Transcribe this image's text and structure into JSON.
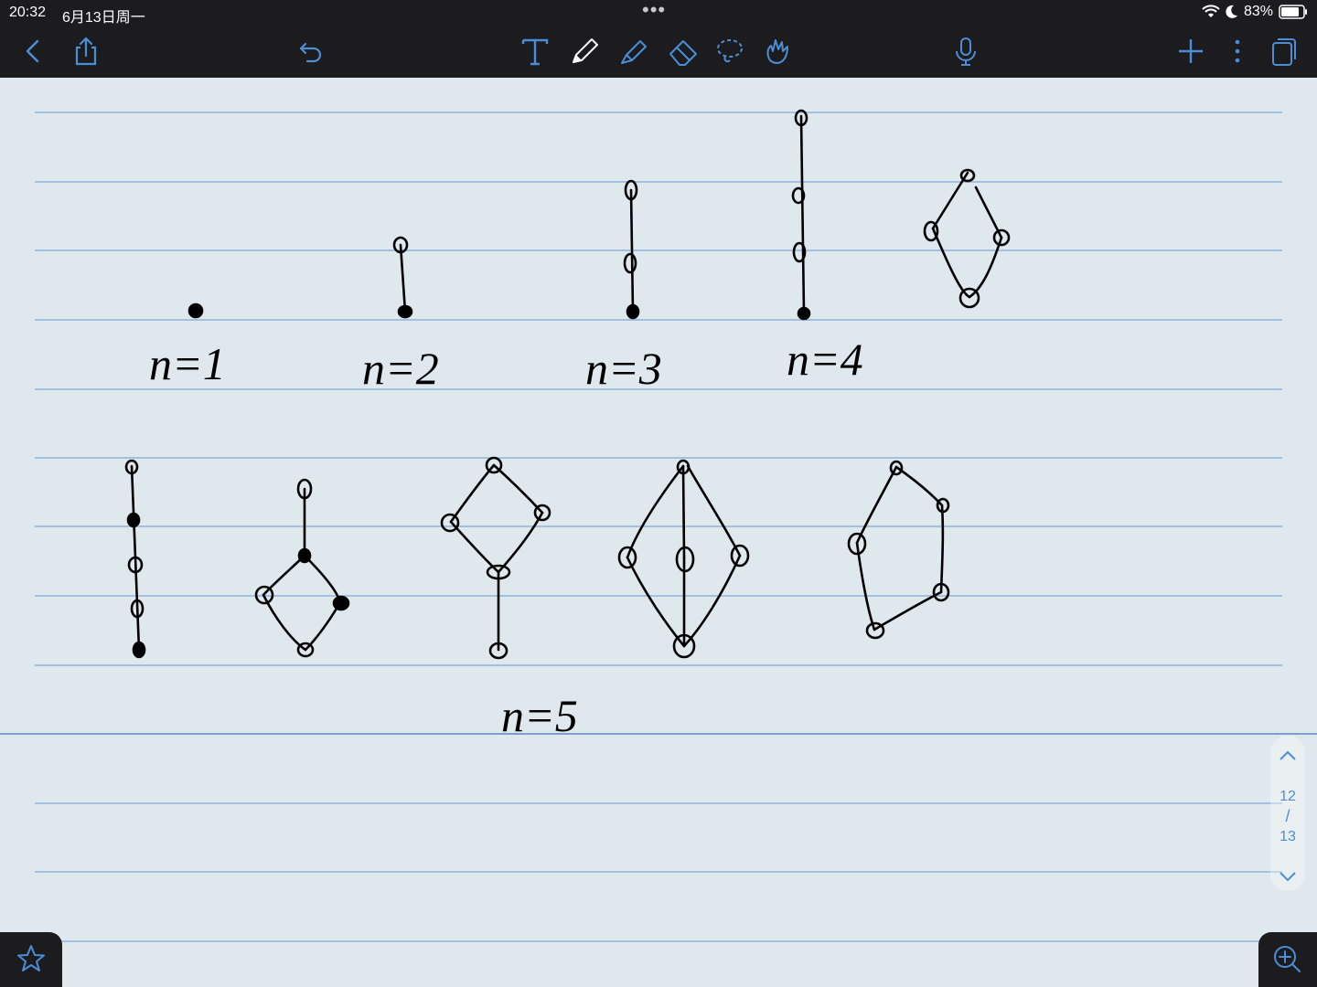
{
  "status_bar": {
    "time": "20:32",
    "date": "6月13日周一",
    "battery": "83%"
  },
  "toolbar": {
    "left_icons": [
      "back-chevron-icon",
      "share-icon",
      "undo-icon"
    ],
    "center_tools": [
      "text-tool-icon",
      "pen-tool-icon",
      "highlighter-tool-icon",
      "eraser-tool-icon",
      "lasso-tool-icon",
      "gesture-tool-icon"
    ],
    "right_icons": [
      "microphone-icon",
      "add-page-icon",
      "more-icon",
      "pages-icon"
    ]
  },
  "page": {
    "paper_color": "#dfe8ec",
    "rule_color": "#7fa7d8",
    "ink_color": "#000000"
  },
  "handwritten_labels": [
    "n=1",
    "n=2",
    "n=3",
    "n=4",
    "n=5"
  ],
  "pager": {
    "current": "12",
    "separator": "/",
    "total": "13"
  },
  "bottom_icons": [
    "favorite-star-icon",
    "zoom-in-icon"
  ],
  "colors": {
    "accent": "#4a8ed8",
    "chrome": "#1c1c1e"
  }
}
